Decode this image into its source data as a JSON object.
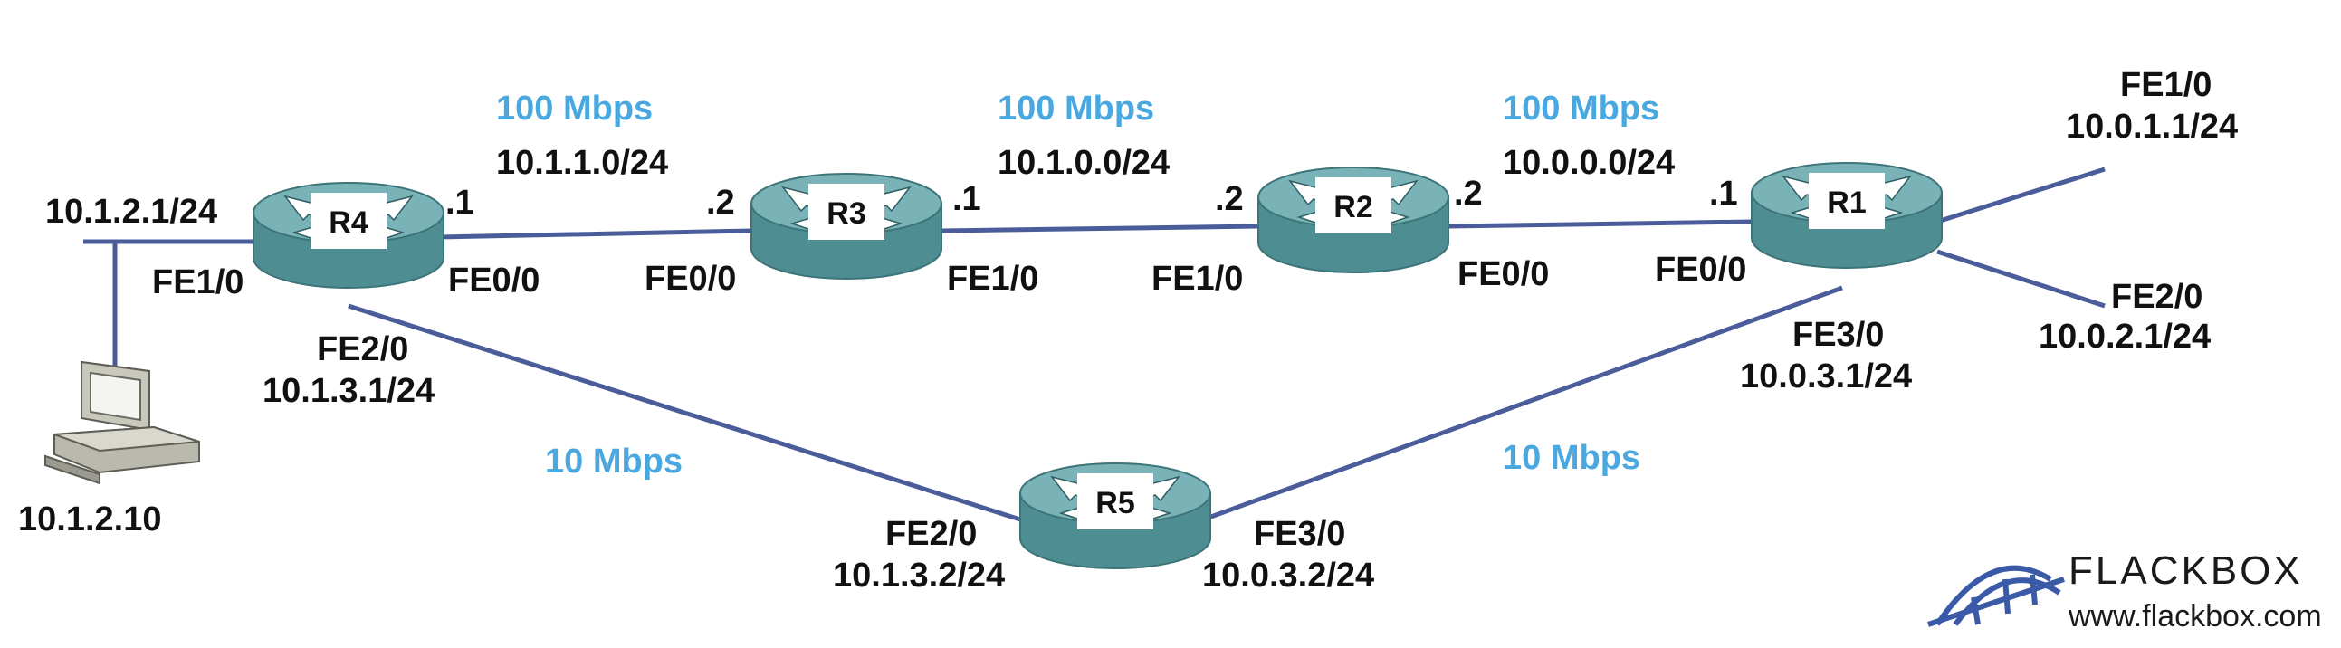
{
  "colors": {
    "link": "#4a5d9a",
    "speed": "#4aa8e0",
    "router_top": "#79b3b8",
    "router_side": "#4e8d92",
    "text": "#111111"
  },
  "routers": {
    "r1": "R1",
    "r2": "R2",
    "r3": "R3",
    "r4": "R4",
    "r5": "R5"
  },
  "links": {
    "r4_r3": {
      "speed": "100 Mbps",
      "subnet": "10.1.1.0/24",
      "r4_host": ".1",
      "r4_iface": "FE0/0",
      "r3_host": ".2",
      "r3_iface": "FE0/0"
    },
    "r3_r2": {
      "speed": "100 Mbps",
      "subnet": "10.1.0.0/24",
      "r3_host": ".1",
      "r3_iface": "FE1/0",
      "r2_host": ".2",
      "r2_iface": "FE1/0"
    },
    "r2_r1": {
      "speed": "100 Mbps",
      "subnet": "10.0.0.0/24",
      "r2_host": ".2",
      "r2_iface": "FE0/0",
      "r1_host": ".1",
      "r1_iface": "FE0/0"
    },
    "r4_r5": {
      "speed": "10 Mbps",
      "r4_iface": "FE2/0",
      "r4_ip": "10.1.3.1/24",
      "r5_iface": "FE2/0",
      "r5_ip": "10.1.3.2/24"
    },
    "r5_r1": {
      "speed": "10 Mbps",
      "r5_iface": "FE3/0",
      "r5_ip": "10.0.3.2/24",
      "r1_iface": "FE3/0",
      "r1_ip": "10.0.3.1/24"
    }
  },
  "r4_lan": {
    "iface": "FE1/0",
    "ip": "10.1.2.1/24"
  },
  "pc": {
    "ip": "10.1.2.10"
  },
  "r1_fe10": {
    "iface": "FE1/0",
    "ip": "10.0.1.1/24"
  },
  "r1_fe20": {
    "iface": "FE2/0",
    "ip": "10.0.2.1/24"
  },
  "logo": {
    "brand": "FLACKBOX",
    "url": "www.flackbox.com"
  }
}
